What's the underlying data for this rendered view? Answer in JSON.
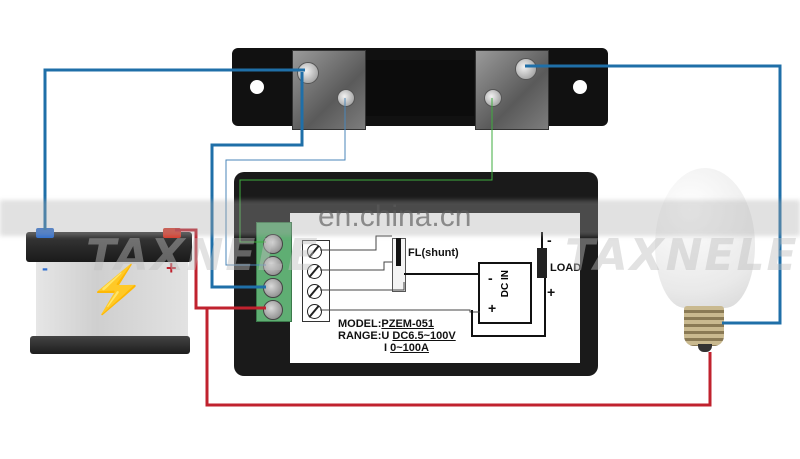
{
  "watermark": {
    "site": "en.china.cn",
    "brand": "TAXNELE"
  },
  "meter": {
    "shunt_label": "FL(shunt)",
    "dc_in_label": "DC IN",
    "dc_in_neg": "-",
    "dc_in_pos": "+",
    "load_label": "LOAD",
    "load_neg": "-",
    "load_pos": "+",
    "model_key": "MODEL:",
    "model_value": "PZEM-051",
    "range_key": "RANGE:U",
    "range_u_value": "DC6.5~100V",
    "range_i_key": "I",
    "range_i_value": "0~100A",
    "terminal_count": 4
  },
  "battery": {
    "neg_sign": "-",
    "pos_sign": "+",
    "icon": "lightning-bolt-icon"
  },
  "shunt": {
    "component": "external-shunt"
  },
  "load_device": {
    "component": "led-bulb"
  },
  "colors": {
    "wire_blue": "#1f6fa8",
    "wire_red": "#c0222e",
    "wire_green": "#3fae3f",
    "wire_thin_blue": "#4a86b8",
    "terminal_green": "#5fae73",
    "meter_body": "#1a1a1a"
  }
}
